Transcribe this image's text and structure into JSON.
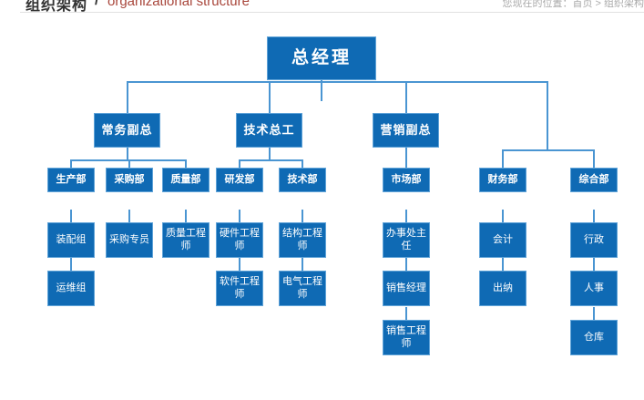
{
  "header": {
    "title_cn": "组织架构",
    "separator": "/",
    "title_en": "organizational structure",
    "breadcrumb": "您现在的位置：首页 > 组织架构"
  },
  "colors": {
    "node_fill": "#0f6ab4",
    "node_border": "#5fa3d8",
    "connector": "#4a95d2",
    "title_text": "#333333",
    "subtitle_text": "#a8453a",
    "breadcrumb_text": "#a9a9a9"
  },
  "chart_data": {
    "type": "tree",
    "title": "组织架构 / organizational structure",
    "root": "总经理",
    "nodes": {
      "root": {
        "label": "总经理"
      },
      "n_changwu": {
        "label": "常务副总"
      },
      "n_jishu": {
        "label": "技术总工"
      },
      "n_yingxiao": {
        "label": "营销副总"
      },
      "n_shengchan": {
        "label": "生产部"
      },
      "n_caigou": {
        "label": "采购部"
      },
      "n_zhiliang": {
        "label": "质量部"
      },
      "n_yanfa": {
        "label": "研发部"
      },
      "n_jishubu": {
        "label": "技术部"
      },
      "n_shichang": {
        "label": "市场部"
      },
      "n_caiwu": {
        "label": "财务部"
      },
      "n_zonghe": {
        "label": "综合部"
      },
      "n_zhuangpei": {
        "label": "装配组"
      },
      "n_caigouzhuanyuan": {
        "label": "采购专员"
      },
      "n_zhiliangGCS": {
        "label": "质量工程师"
      },
      "n_yingjianGCS": {
        "label": "硬件工程师"
      },
      "n_jiegouGCS": {
        "label": "结构工程师"
      },
      "n_banshichu": {
        "label": "办事处主任"
      },
      "n_kuaiji": {
        "label": "会计"
      },
      "n_xingzheng": {
        "label": "行政"
      },
      "n_yunwei": {
        "label": "运维组"
      },
      "n_ruanjianGCS": {
        "label": "软件工程师"
      },
      "n_dianqiGCS": {
        "label": "电气工程师"
      },
      "n_xiaoshoujingli": {
        "label": "销售经理"
      },
      "n_chuna": {
        "label": "出纳"
      },
      "n_renshi": {
        "label": "人事"
      },
      "n_xiaoshouGCS": {
        "label": "销售工程师"
      },
      "n_cangku": {
        "label": "仓库"
      }
    },
    "edges": [
      [
        "root",
        "n_changwu"
      ],
      [
        "root",
        "n_jishu"
      ],
      [
        "root",
        "n_yingxiao"
      ],
      [
        "root",
        "n_caiwu"
      ],
      [
        "root",
        "n_zonghe"
      ],
      [
        "n_changwu",
        "n_shengchan"
      ],
      [
        "n_changwu",
        "n_caigou"
      ],
      [
        "n_changwu",
        "n_zhiliang"
      ],
      [
        "n_jishu",
        "n_yanfa"
      ],
      [
        "n_jishu",
        "n_jishubu"
      ],
      [
        "n_yingxiao",
        "n_shichang"
      ],
      [
        "n_shengchan",
        "n_zhuangpei"
      ],
      [
        "n_zhuangpei",
        "n_yunwei"
      ],
      [
        "n_caigou",
        "n_caigouzhuanyuan"
      ],
      [
        "n_zhiliang",
        "n_zhiliangGCS"
      ],
      [
        "n_yanfa",
        "n_yingjianGCS"
      ],
      [
        "n_yingjianGCS",
        "n_ruanjianGCS"
      ],
      [
        "n_jishubu",
        "n_jiegouGCS"
      ],
      [
        "n_jiegouGCS",
        "n_dianqiGCS"
      ],
      [
        "n_shichang",
        "n_banshichu"
      ],
      [
        "n_banshichu",
        "n_xiaoshoujingli"
      ],
      [
        "n_xiaoshoujingli",
        "n_xiaoshouGCS"
      ],
      [
        "n_caiwu",
        "n_kuaiji"
      ],
      [
        "n_kuaiji",
        "n_chuna"
      ],
      [
        "n_zonghe",
        "n_xingzheng"
      ],
      [
        "n_xingzheng",
        "n_renshi"
      ],
      [
        "n_renshi",
        "n_cangku"
      ]
    ],
    "levels": [
      [
        "总经理"
      ],
      [
        "常务副总",
        "技术总工",
        "营销副总"
      ],
      [
        "生产部",
        "采购部",
        "质量部",
        "研发部",
        "技术部",
        "市场部",
        "财务部",
        "综合部"
      ],
      [
        "装配组",
        "采购专员",
        "质量工程师",
        "硬件工程师",
        "结构工程师",
        "办事处主任",
        "会计",
        "行政"
      ],
      [
        "运维组",
        "软件工程师",
        "电气工程师",
        "销售经理",
        "出纳",
        "人事"
      ],
      [
        "销售工程师",
        "仓库"
      ]
    ]
  }
}
